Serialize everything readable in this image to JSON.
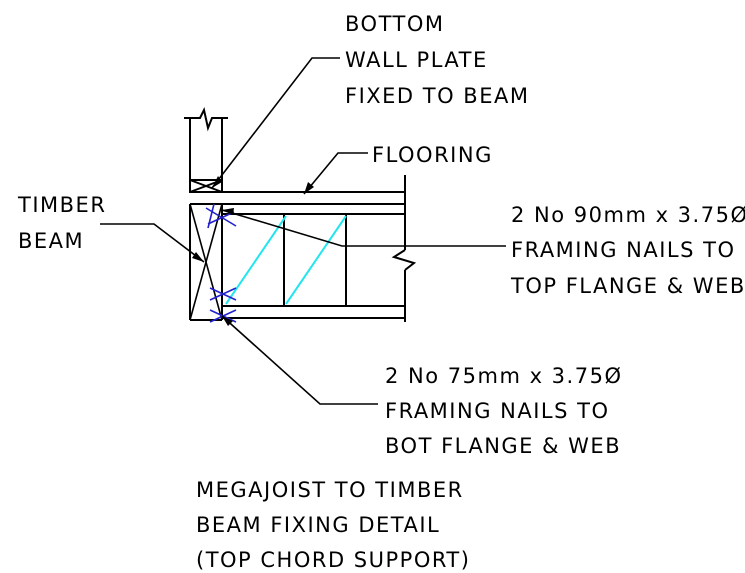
{
  "labels": {
    "wall_plate": [
      "BOTTOM",
      "WALL PLATE",
      "FIXED TO BEAM"
    ],
    "flooring": "FLOORING",
    "timber_beam": [
      "TIMBER",
      "BEAM"
    ],
    "top_nails": [
      "2 No 90mm x 3.75Ø",
      "FRAMING NAILS TO",
      "TOP FLANGE & WEB"
    ],
    "bot_nails": [
      "2 No 75mm x 3.75Ø",
      "FRAMING NAILS TO",
      "BOT FLANGE & WEB"
    ],
    "title": [
      "MEGAJOIST TO TIMBER",
      "BEAM FIXING DETAIL",
      "(TOP CHORD SUPPORT)"
    ]
  },
  "colors": {
    "linework": "#000000",
    "web_members": "#22e6ee",
    "nails": "#2222cc"
  }
}
